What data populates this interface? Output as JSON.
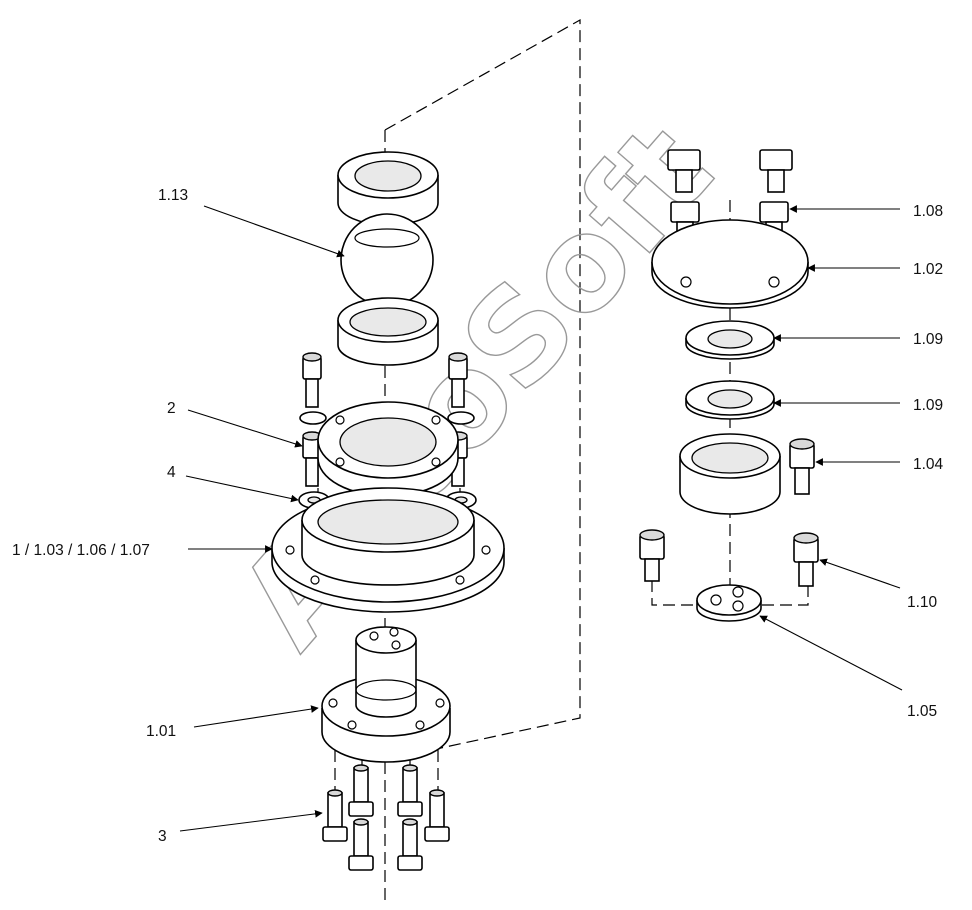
{
  "watermark": "AutoSoft",
  "labels": {
    "l113": "1.13",
    "l2": "2",
    "l4": "4",
    "l1": "1 / 1.03 / 1.06 / 1.07",
    "l101": "1.01",
    "l3": "3",
    "l108": "1.08",
    "l102": "1.02",
    "l109a": "1.09",
    "l109b": "1.09",
    "l104": "1.04",
    "l110": "1.10",
    "l105": "1.05"
  }
}
